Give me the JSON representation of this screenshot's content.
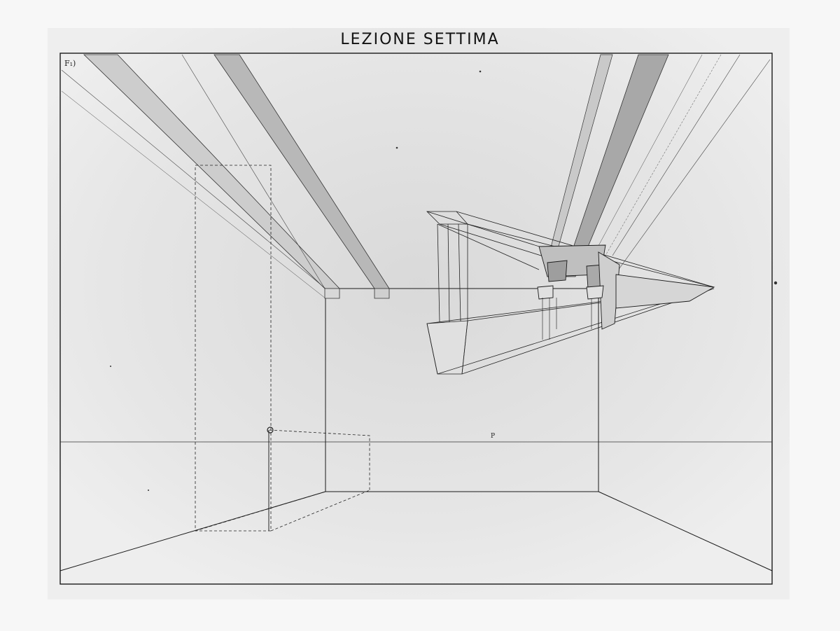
{
  "sheet": {
    "title": "LEZIONE SETTIMA",
    "figure_label": "F₁)",
    "point_label": "P"
  },
  "colors": {
    "paper": "#f7f7f7",
    "sheet": "#e9e9e9",
    "ink": "#1a1a1a",
    "beam_shade": "#bdbdbd",
    "beam_dark": "#9a9a9a"
  }
}
